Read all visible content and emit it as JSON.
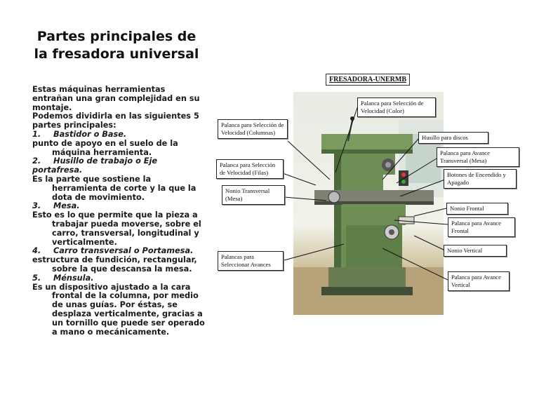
{
  "slide": {
    "title": "Partes principales de la fresadora universal",
    "intro_1": "Estas máquinas herramientas entrañan una gran complejidad en su montaje.",
    "intro_2": "Podemos dividirla en las siguientes 5 partes principales:",
    "parts": [
      {
        "num": "1.",
        "name": "Bastidor o Base.",
        "desc": "punto de apoyo en el suelo de la máquina herramienta."
      },
      {
        "num": "2.",
        "name": "Husillo de trabajo o Eje portafresa.",
        "desc": "Es la parte que sostiene la herramienta de corte y la que la dota de movimiento."
      },
      {
        "num": "3.",
        "name": "Mesa.",
        "desc": "Esto es lo que permite que la pieza a trabajar pueda moverse, sobre el carro, transversal, longitudinal y verticalmente."
      },
      {
        "num": "4.",
        "name": "Carro transversal o Portamesa.",
        "desc": "estructura de fundición, rectangular, sobre la que descansa la mesa."
      },
      {
        "num": "5.",
        "name": "Ménsula.",
        "desc": "Es un dispositivo ajustado a la cara frontal de la columna, por medio de unas guías. Por éstas, se desplaza verticalmente, gracias a un tornillo que puede ser operado a mano o mecánicamente."
      }
    ]
  },
  "figure": {
    "title": "FRESADORA-UNERMB",
    "callouts": [
      "Palanca para Selección de Velocidad (Color)",
      "Palanca para Selección de Velocidad (Columnas)",
      "Husillo para discos",
      "Palanca para Avance Transversal (Mesa)",
      "Palanca para Selección de Velocidad (Filas)",
      "Botones de Encendido y Apagado",
      "Nonio Transversal (Mesa)",
      "Nonio Frontal",
      "Palanca para Avance Frontal",
      "Nonio Vertical",
      "Palancas para Seleccionar Avances",
      "Palanca para Avance Vertical"
    ]
  },
  "colors": {
    "machine_green": "#6d8f55",
    "machine_dark": "#4d6a3b",
    "floor": "#b8a27a"
  }
}
